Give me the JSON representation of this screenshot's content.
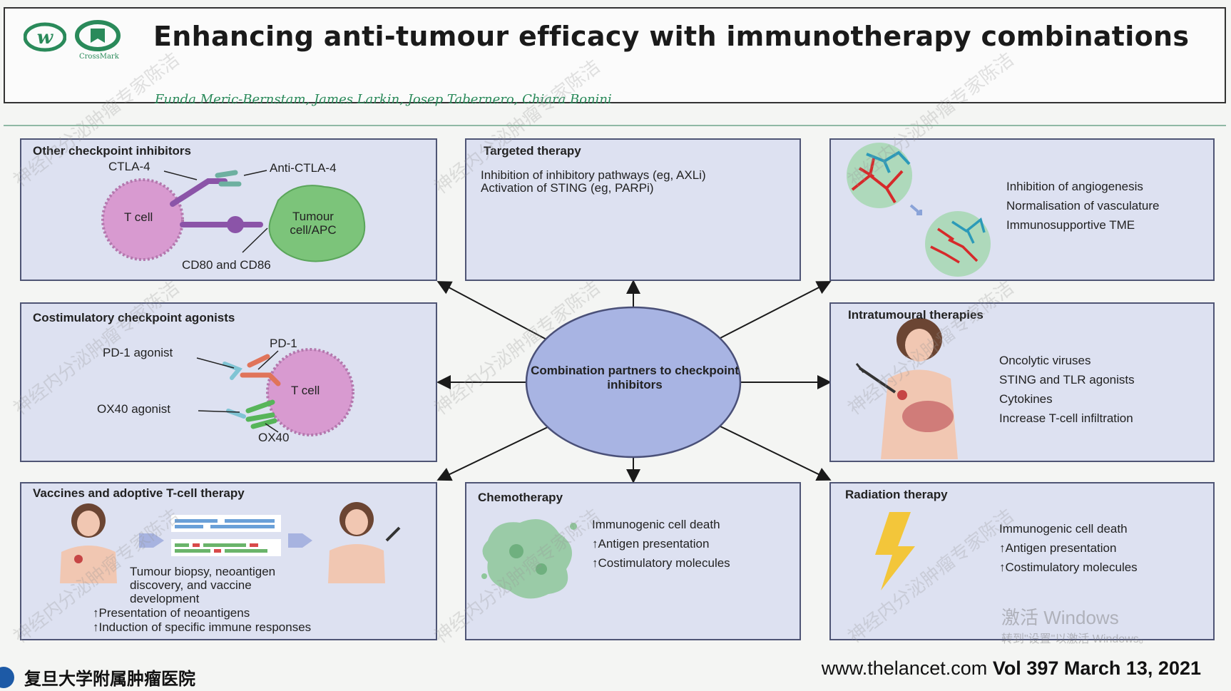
{
  "header": {
    "title": "Enhancing anti-tumour efficacy with immunotherapy combinations",
    "authors": "Funda Meric-Bernstam, James Larkin, Josep Tabernero, Chiara Bonini",
    "crossmark_label": "CrossMark"
  },
  "center": {
    "label": "Combination partners to checkpoint inhibitors"
  },
  "panels": {
    "checkpoint": {
      "title": "Other checkpoint inhibitors",
      "ctla4": "CTLA-4",
      "anti_ctla4": "Anti-CTLA-4",
      "tcell": "T cell",
      "tumour": "Tumour cell/APC",
      "cd80": "CD80 and CD86"
    },
    "targeted": {
      "title": "Targeted therapy",
      "line1": "Inhibition of inhibitory pathways (eg, AXLi)",
      "line2": "Activation of STING (eg, PARPi)"
    },
    "angio": {
      "items": [
        "Inhibition of angiogenesis",
        "Normalisation of vasculature",
        "Immunosupportive TME"
      ]
    },
    "costim": {
      "title": "Costimulatory checkpoint agonists",
      "pd1": "PD-1",
      "pd1_agonist": "PD-1 agonist",
      "tcell": "T cell",
      "ox40_agonist": "OX40 agonist",
      "ox40": "OX40"
    },
    "intratumoural": {
      "title": "Intratumoural therapies",
      "items": [
        "Oncolytic viruses",
        "STING and TLR agonists",
        "Cytokines",
        "Increase T-cell infiltration"
      ]
    },
    "vaccines": {
      "title": "Vaccines and adoptive T-cell therapy",
      "desc": "Tumour biopsy, neoantigen discovery, and vaccine development",
      "bullet1": "↑Presentation of neoantigens",
      "bullet2": "↑Induction of specific immune responses"
    },
    "chemo": {
      "title": "Chemotherapy",
      "line1": "Immunogenic cell death",
      "line2": "↑Antigen presentation",
      "line3": "↑Costimulatory molecules"
    },
    "radiation": {
      "title": "Radiation therapy",
      "line1": "Immunogenic cell death",
      "line2": "↑Antigen presentation",
      "line3": "↑Costimulatory molecules"
    }
  },
  "footer": {
    "institution": "复旦大学附属肿瘤医院",
    "url": "www.thelancet.com",
    "volume": "Vol 397 March 13, 2021"
  },
  "overlay": {
    "watermark": "神经内分泌肿瘤专家陈洁",
    "windows_activate": "激活 Windows",
    "windows_sub": "转到\"设置\"以激活 Windows。"
  },
  "colors": {
    "panel_bg": "#dde1f1",
    "panel_border": "#4f5575",
    "center_circle": "#a8b4e3",
    "tcell": "#d89ad0",
    "tumour": "#7cc47a",
    "author_green": "#2a8a5a"
  }
}
